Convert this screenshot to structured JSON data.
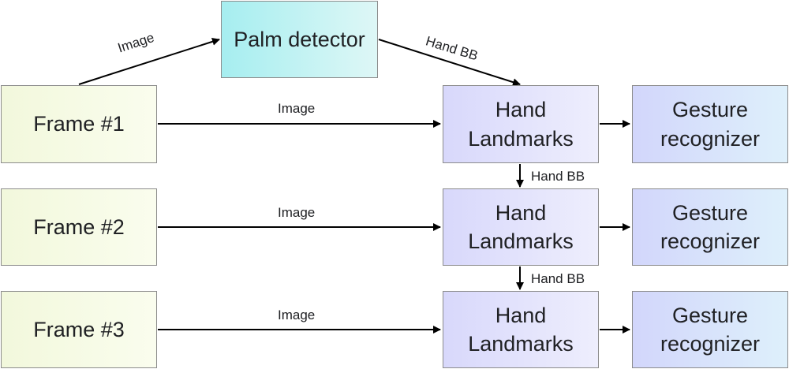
{
  "nodes": {
    "palm_detector": "Palm detector",
    "frames": [
      "Frame #1",
      "Frame #2",
      "Frame #3"
    ],
    "hand_landmarks": [
      "Hand\nLandmarks",
      "Hand\nLandmarks",
      "Hand\nLandmarks"
    ],
    "gesture_recognizers": [
      "Gesture\nrecognizer",
      "Gesture\nrecognizer",
      "Gesture\nrecognizer"
    ]
  },
  "edges": {
    "frame1_to_palm": "Image",
    "palm_to_hand1": "Hand BB",
    "frame_to_hand": [
      "Image",
      "Image",
      "Image"
    ],
    "hand1_to_hand2": "Hand BB",
    "hand2_to_hand3": "Hand BB"
  },
  "colors": {
    "frame_fill": "#f4f9e0",
    "palm_fill": "#b4f0f0",
    "hand_fill": "#e0e0fb",
    "gesture_fill": "#d8e2fb",
    "border": "#8c8c8c",
    "arrow": "#000000"
  }
}
